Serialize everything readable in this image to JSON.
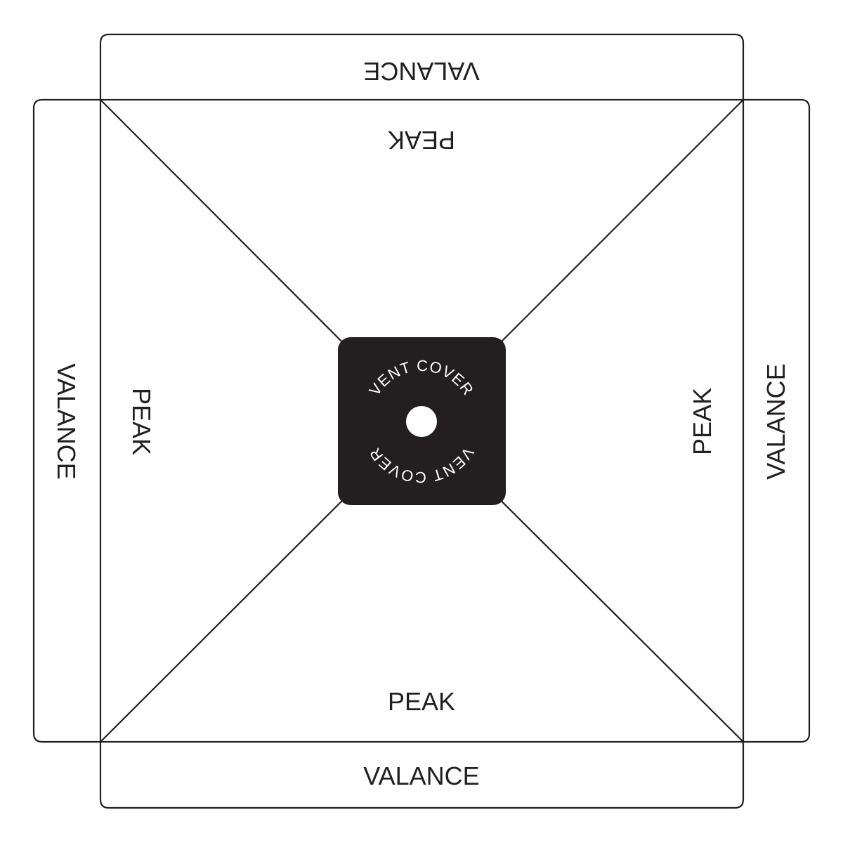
{
  "labels": {
    "valance_top": "VALANCE",
    "valance_left": "VALANCE",
    "valance_right": "VALANCE",
    "valance_bottom": "VALANCE",
    "peak_top": "PEAK",
    "peak_left": "PEAK",
    "peak_right": "PEAK",
    "peak_bottom": "PEAK"
  },
  "vent_cover": {
    "label_top": "VENT COVER",
    "label_bottom": "VENT COVER"
  },
  "colors": {
    "stroke": "#231f20",
    "vent_fill": "#231f20"
  }
}
